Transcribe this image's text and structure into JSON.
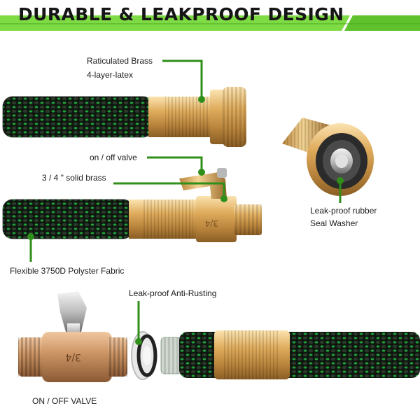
{
  "header": {
    "title": "DURABLE & LEAKPROOF DESIGN"
  },
  "callouts": {
    "brass": "Raticulated Brass",
    "latex": "4-layer-latex",
    "valve": "on / off valve",
    "solid_brass": "3 / 4 \" solid brass",
    "washer_line1": "Leak-proof rubber",
    "washer_line2": "Seal Washer",
    "fabric": "Flexible 3750D Polyster Fabric",
    "anti_rust": "Leak-proof  Anti-Rusting",
    "valve_caption": "ON / OFF VALVE"
  },
  "engravings": {
    "valve_mark": "3/4",
    "connector_mark": "3/4"
  },
  "colors": {
    "accent_green": "#6bd12f",
    "leader_green": "#2f8f1a",
    "brass": "#d9a65a",
    "hose_black": "#121a12",
    "hose_green": "#1f9b3a"
  }
}
